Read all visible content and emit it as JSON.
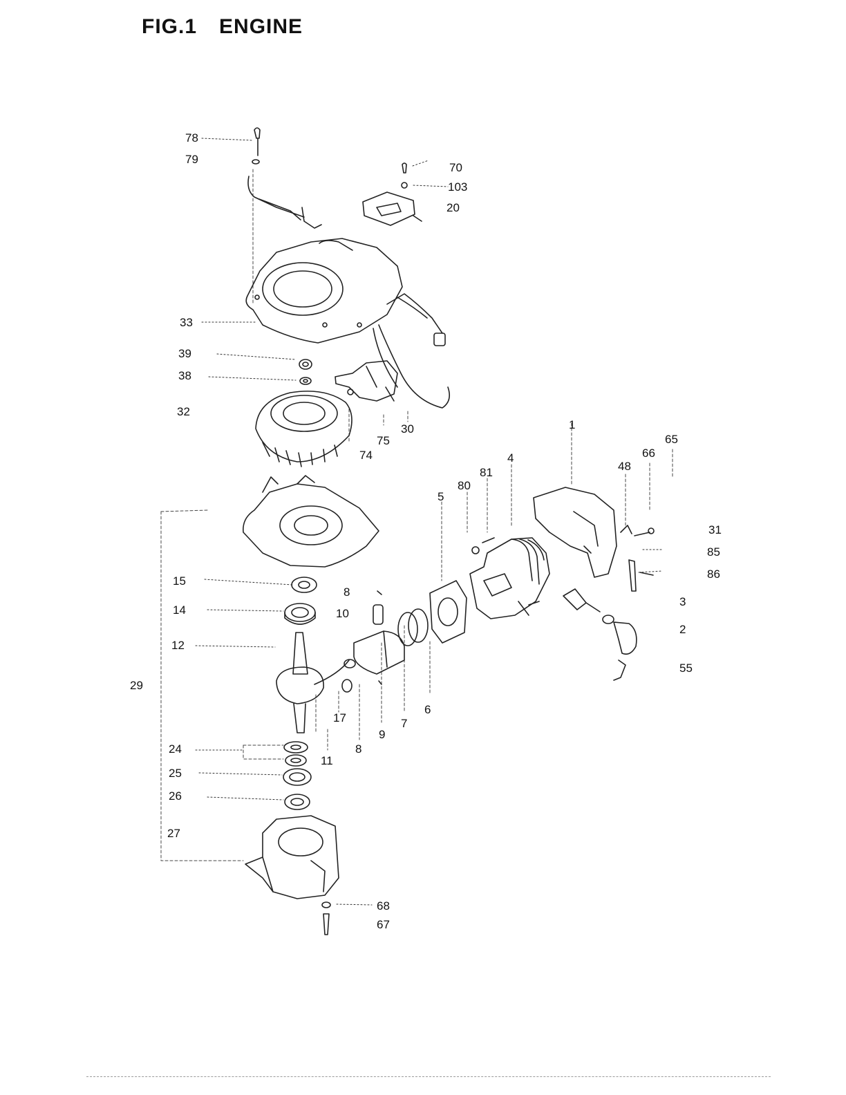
{
  "figure": {
    "number": "FIG.1",
    "title": "ENGINE"
  },
  "labels": [
    {
      "id": "78",
      "text": "78"
    },
    {
      "id": "79",
      "text": "79"
    },
    {
      "id": "70",
      "text": "70"
    },
    {
      "id": "103",
      "text": "103"
    },
    {
      "id": "20",
      "text": "20"
    },
    {
      "id": "33",
      "text": "33"
    },
    {
      "id": "39",
      "text": "39"
    },
    {
      "id": "38",
      "text": "38"
    },
    {
      "id": "32",
      "text": "32"
    },
    {
      "id": "75",
      "text": "75"
    },
    {
      "id": "30",
      "text": "30"
    },
    {
      "id": "74",
      "text": "74"
    },
    {
      "id": "1",
      "text": "1"
    },
    {
      "id": "65",
      "text": "65"
    },
    {
      "id": "66",
      "text": "66"
    },
    {
      "id": "48",
      "text": "48"
    },
    {
      "id": "4",
      "text": "4"
    },
    {
      "id": "81",
      "text": "81"
    },
    {
      "id": "80",
      "text": "80"
    },
    {
      "id": "5",
      "text": "5"
    },
    {
      "id": "31",
      "text": "31"
    },
    {
      "id": "85",
      "text": "85"
    },
    {
      "id": "86",
      "text": "86"
    },
    {
      "id": "15",
      "text": "15"
    },
    {
      "id": "8a",
      "text": "8"
    },
    {
      "id": "14",
      "text": "14"
    },
    {
      "id": "10",
      "text": "10"
    },
    {
      "id": "3",
      "text": "3"
    },
    {
      "id": "2",
      "text": "2"
    },
    {
      "id": "12",
      "text": "12"
    },
    {
      "id": "55",
      "text": "55"
    },
    {
      "id": "29",
      "text": "29"
    },
    {
      "id": "6",
      "text": "6"
    },
    {
      "id": "17",
      "text": "17"
    },
    {
      "id": "7",
      "text": "7"
    },
    {
      "id": "9",
      "text": "9"
    },
    {
      "id": "8b",
      "text": "8"
    },
    {
      "id": "24",
      "text": "24"
    },
    {
      "id": "11",
      "text": "11"
    },
    {
      "id": "25",
      "text": "25"
    },
    {
      "id": "26",
      "text": "26"
    },
    {
      "id": "27",
      "text": "27"
    },
    {
      "id": "68",
      "text": "68"
    },
    {
      "id": "67",
      "text": "67"
    }
  ]
}
